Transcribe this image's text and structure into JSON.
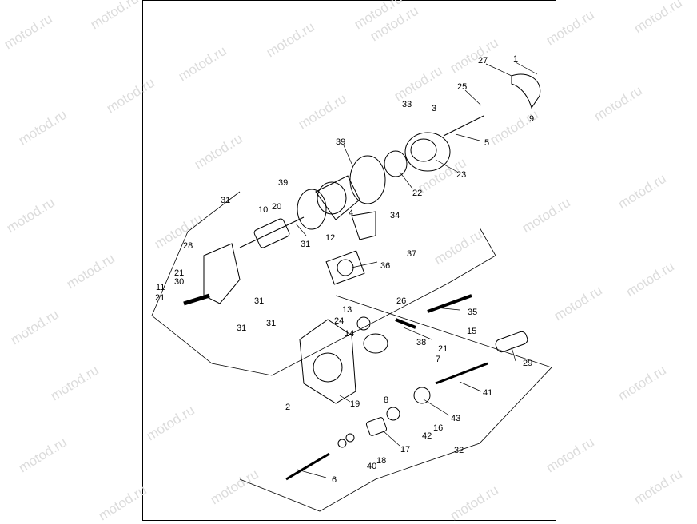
{
  "watermark_text": "motod.ru",
  "callouts": [
    "1",
    "27",
    "25",
    "33",
    "3",
    "9",
    "5",
    "39",
    "23",
    "22",
    "31",
    "10",
    "20",
    "39",
    "4",
    "34",
    "12",
    "31",
    "28",
    "37",
    "36",
    "21",
    "30",
    "11",
    "21",
    "31",
    "26",
    "13",
    "35",
    "24",
    "14",
    "38",
    "21",
    "15",
    "29",
    "31",
    "31",
    "7",
    "41",
    "19",
    "8",
    "2",
    "16",
    "43",
    "42",
    "17",
    "32",
    "18",
    "40",
    "6"
  ]
}
